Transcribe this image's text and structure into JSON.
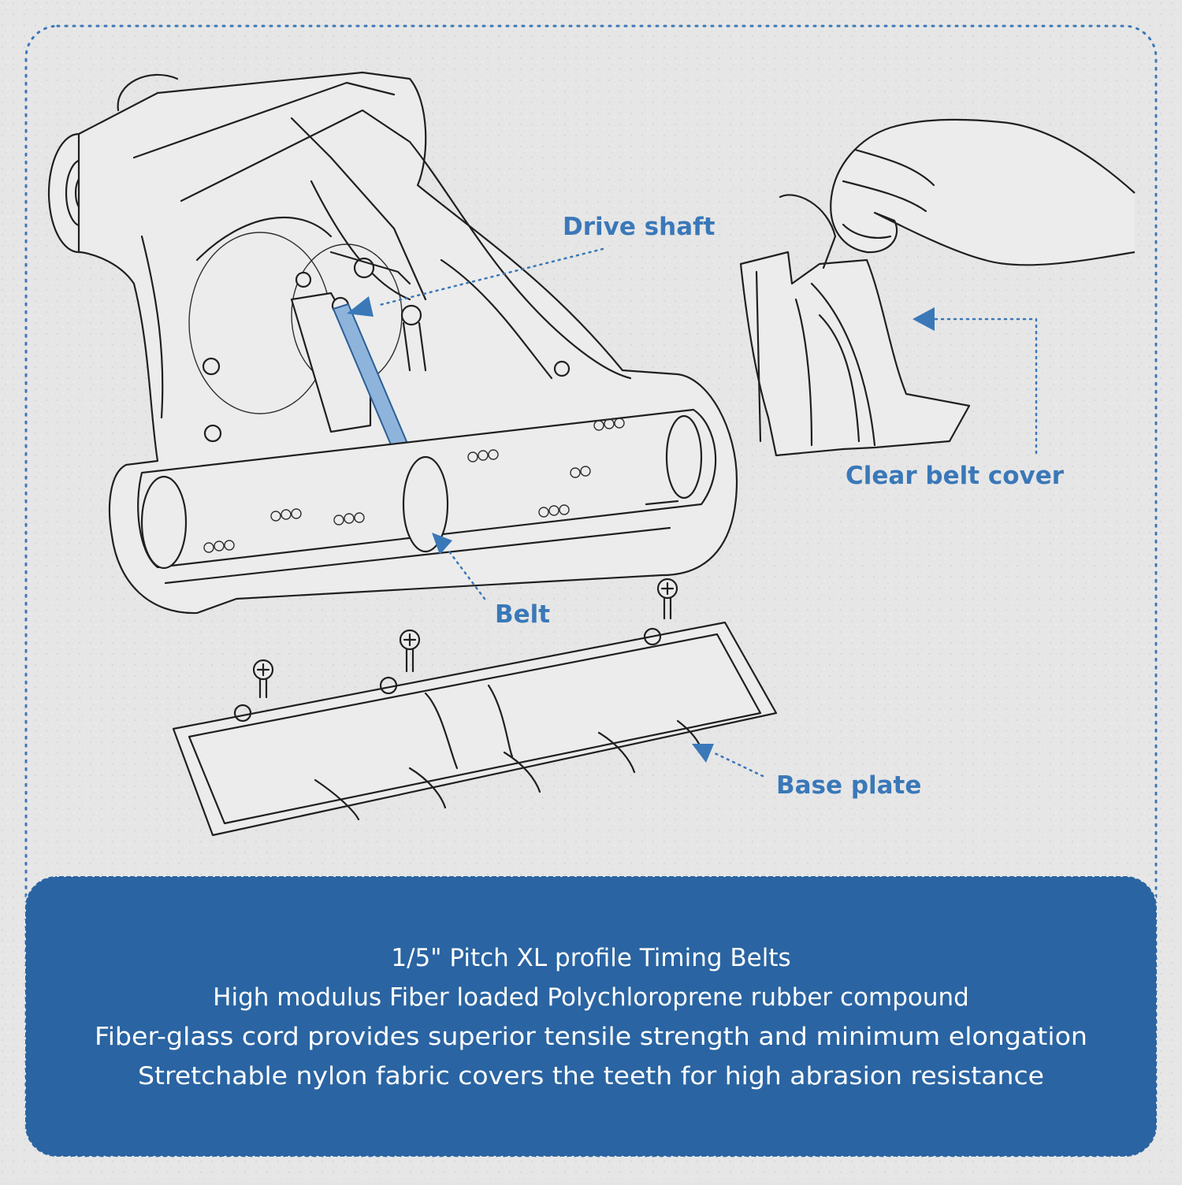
{
  "callouts": {
    "drive_shaft": "Drive shaft",
    "clear_belt_cover": "Clear belt cover",
    "belt": "Belt",
    "base_plate": "Base plate"
  },
  "spec_lines": [
    "1/5\" Pitch XL profile Timing Belts",
    "High modulus Fiber loaded Polychloroprene rubber compound",
    "Fiber-glass cord provides superior tensile strength and minimum elongation",
    "Stretchable nylon fabric covers the teeth for high abrasion resistance"
  ],
  "colors": {
    "accent": "#3a78b8",
    "panel": "#2a64a2",
    "background": "#e4e4e4",
    "belt": "#8fb4dc"
  }
}
